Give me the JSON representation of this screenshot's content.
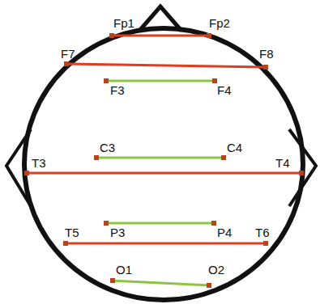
{
  "diagram": {
    "nodes": [
      {
        "text": [
          "Fp1"
        ]
      },
      {
        "text": [
          "Fp2"
        ]
      },
      {
        "text": [
          "F7"
        ]
      },
      {
        "text": [
          "F8"
        ]
      },
      {
        "text": [
          "F3"
        ]
      },
      {
        "text": [
          "F4"
        ]
      },
      {
        "text": [
          "C3"
        ]
      },
      {
        "text": [
          "C4"
        ]
      },
      {
        "text": [
          "T3"
        ]
      },
      {
        "text": [
          "T4"
        ]
      },
      {
        "text": [
          "P3"
        ]
      },
      {
        "text": [
          "P4"
        ]
      },
      {
        "text": [
          "T5"
        ]
      },
      {
        "text": [
          "T6"
        ]
      },
      {
        "text": [
          "O1"
        ]
      },
      {
        "text": [
          "O2"
        ]
      }
    ],
    "edges": [
      {
        "from": 0,
        "to": 1,
        "arrow": "none"
      },
      {
        "from": 2,
        "to": 3,
        "arrow": "none"
      },
      {
        "from": 4,
        "to": 5,
        "arrow": "none"
      },
      {
        "from": 6,
        "to": 7,
        "arrow": "none"
      },
      {
        "from": 8,
        "to": 9,
        "arrow": "none"
      },
      {
        "from": 10,
        "to": 11,
        "arrow": "none"
      },
      {
        "from": 12,
        "to": 13,
        "arrow": "none"
      },
      {
        "from": 14,
        "to": 15,
        "arrow": "none"
      }
    ]
  }
}
